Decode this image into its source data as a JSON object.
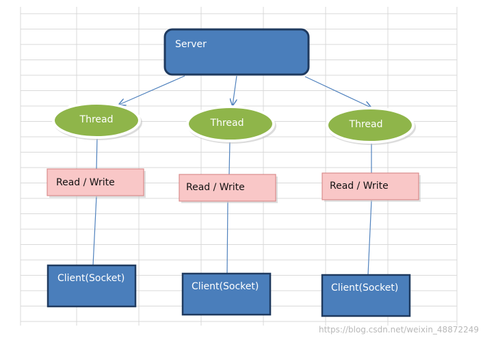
{
  "diagram": {
    "server": {
      "label": "Server"
    },
    "threads": [
      {
        "label": "Thread"
      },
      {
        "label": "Thread"
      },
      {
        "label": "Thread"
      }
    ],
    "read_write": [
      {
        "label": "Read / Write"
      },
      {
        "label": "Read / Write"
      },
      {
        "label": "Read / Write"
      }
    ],
    "clients": [
      {
        "label": "Client(Socket)"
      },
      {
        "label": "Client(Socket)"
      },
      {
        "label": "Client(Socket)"
      }
    ]
  },
  "watermark": {
    "text": "https://blog.csdn.net/weixin_48872249"
  },
  "colors": {
    "server_fill": "#4a7ebb",
    "thread_fill": "#8fb54a",
    "read_write_fill": "#f9c7c7",
    "client_fill": "#4a7ebb",
    "connector": "#4f81bd",
    "gridline": "#d9d9d9"
  }
}
